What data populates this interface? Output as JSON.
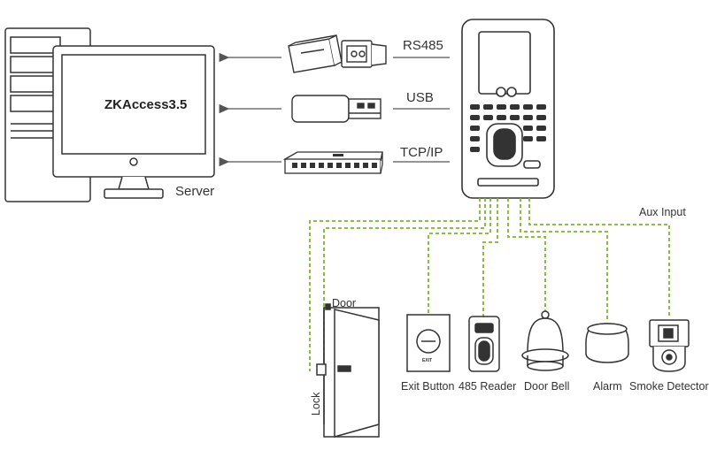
{
  "software": {
    "name": "ZKAccess3.5"
  },
  "server": {
    "label": "Server"
  },
  "connections": [
    {
      "label": "RS485"
    },
    {
      "label": "USB"
    },
    {
      "label": "TCP/IP"
    }
  ],
  "aux_input": {
    "label": "Aux Input"
  },
  "door": {
    "label": "Door",
    "lock_label": "Lock"
  },
  "peripherals": [
    {
      "label": "Exit Button"
    },
    {
      "label": "485 Reader"
    },
    {
      "label": "Door Bell"
    },
    {
      "label": "Alarm"
    },
    {
      "label": "Smoke Detector"
    }
  ],
  "exit_button_mark": "EXIT",
  "colors": {
    "wire": "#7ab828",
    "line": "#333333",
    "arrow": "#555555"
  }
}
